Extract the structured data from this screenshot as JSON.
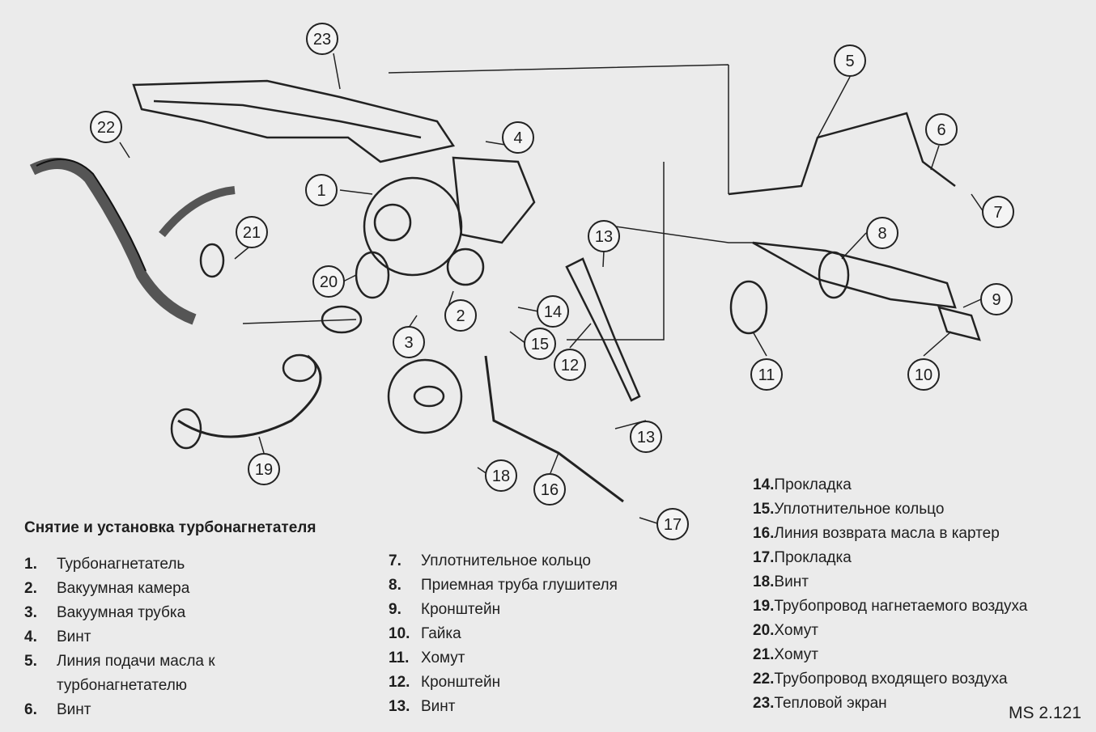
{
  "diagram": {
    "title": "Снятие и установка турбонагнетателя",
    "code": "MS 2.121",
    "callouts": [
      "1",
      "2",
      "3",
      "4",
      "5",
      "6",
      "7",
      "8",
      "9",
      "10",
      "11",
      "12",
      "13",
      "13",
      "14",
      "15",
      "16",
      "17",
      "18",
      "19",
      "20",
      "21",
      "22",
      "23"
    ]
  },
  "legend_left": [
    {
      "num": "1.",
      "label": "Турбонагнетатель"
    },
    {
      "num": "2.",
      "label": "Вакуумная камера"
    },
    {
      "num": "3.",
      "label": "Вакуумная трубка"
    },
    {
      "num": "4.",
      "label": "Винт"
    },
    {
      "num": "5.",
      "label": "Линия подачи масла к турбонагнетателю"
    },
    {
      "num": "6.",
      "label": "Винт"
    }
  ],
  "legend_mid": [
    {
      "num": "7.",
      "label": "Уплотнительное кольцо"
    },
    {
      "num": "8.",
      "label": "Приемная труба глушителя"
    },
    {
      "num": "9.",
      "label": "Кронштейн"
    },
    {
      "num": "10.",
      "label": "Гайка"
    },
    {
      "num": "11.",
      "label": "Хомут"
    },
    {
      "num": "12.",
      "label": "Кронштейн"
    },
    {
      "num": "13.",
      "label": "Винт"
    }
  ],
  "legend_right": [
    {
      "num": "14.",
      "label": "Прокладка"
    },
    {
      "num": "15.",
      "label": "Уплотнительное кольцо"
    },
    {
      "num": "16.",
      "label": "Линия возврата масла в картер"
    },
    {
      "num": "17.",
      "label": "Прокладка"
    },
    {
      "num": "18.",
      "label": "Винт"
    },
    {
      "num": "19.",
      "label": "Трубопровод нагнетаемого воздуха"
    },
    {
      "num": "20.",
      "label": "Хомут"
    },
    {
      "num": "21.",
      "label": "Хомут"
    },
    {
      "num": "22.",
      "label": "Трубопровод входящего воздуха"
    },
    {
      "num": "23.",
      "label": "Тепловой экран"
    }
  ]
}
